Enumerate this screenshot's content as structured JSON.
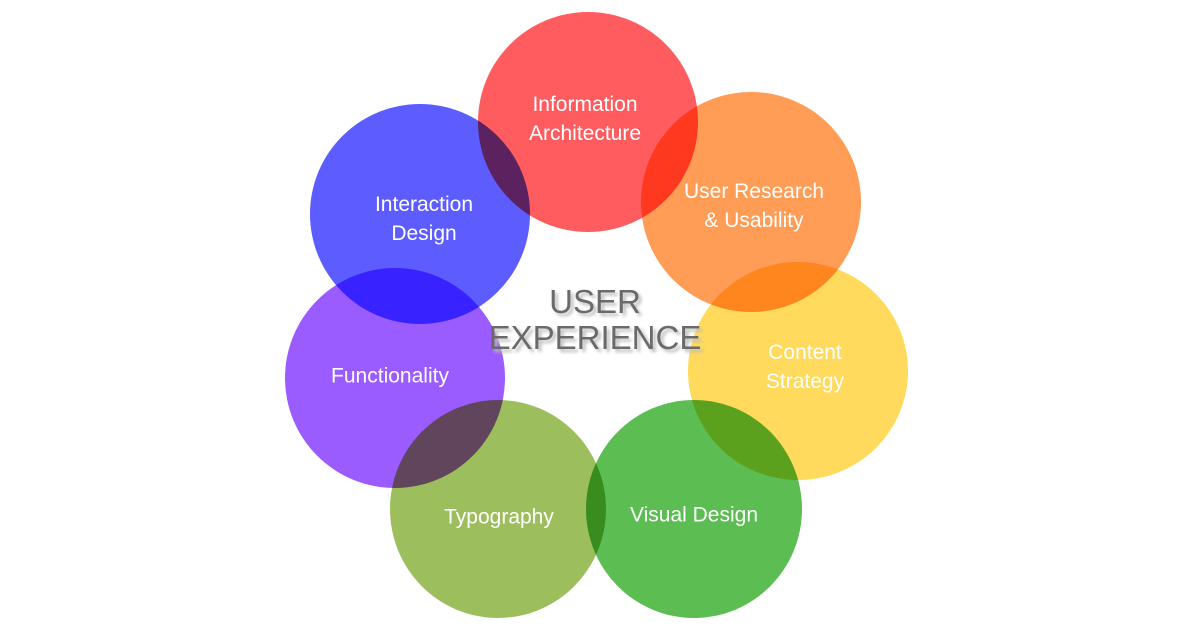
{
  "center_title": {
    "line1": "USER",
    "line2": "EXPERIENCE"
  },
  "circles": [
    {
      "line1": "Information",
      "line2": "Architecture",
      "color": "#FF5C60"
    },
    {
      "line1": "User Research",
      "line2": "& Usability",
      "color": "#FF9C55"
    },
    {
      "line1": "Content",
      "line2": "Strategy",
      "color": "#FFDA5C"
    },
    {
      "line1": "Visual Design",
      "line2": "",
      "color": "#5CBD52"
    },
    {
      "line1": "Typography",
      "line2": "",
      "color": "#9DBE5C"
    },
    {
      "line1": "Functionality",
      "line2": "",
      "color": "#9B5CFF"
    },
    {
      "line1": "Interaction",
      "line2": "Design",
      "color": "#5C5CFF"
    }
  ]
}
